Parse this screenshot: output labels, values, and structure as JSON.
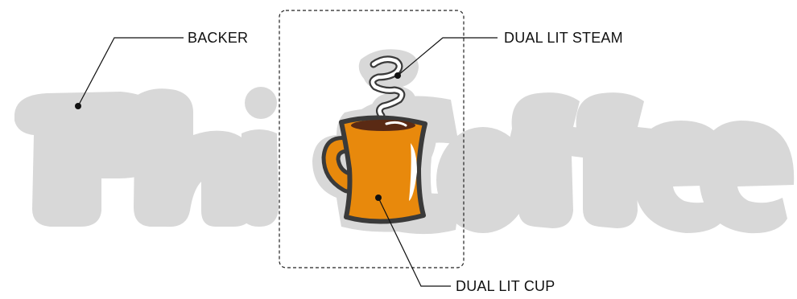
{
  "labels": {
    "backer": "BACKER",
    "steam": "DUAL LIT STEAM",
    "cup": "DUAL LIT CUP"
  },
  "backer_text": "PhillyCoffee",
  "colors": {
    "backer": "#d8d8d8",
    "cup_orange": "#e8890c",
    "cup_outline": "#3a3a3a",
    "halo": "#d8d8d8",
    "leader": "#111111",
    "dashed_box": "#222222",
    "coffee": "#5a2a14"
  }
}
